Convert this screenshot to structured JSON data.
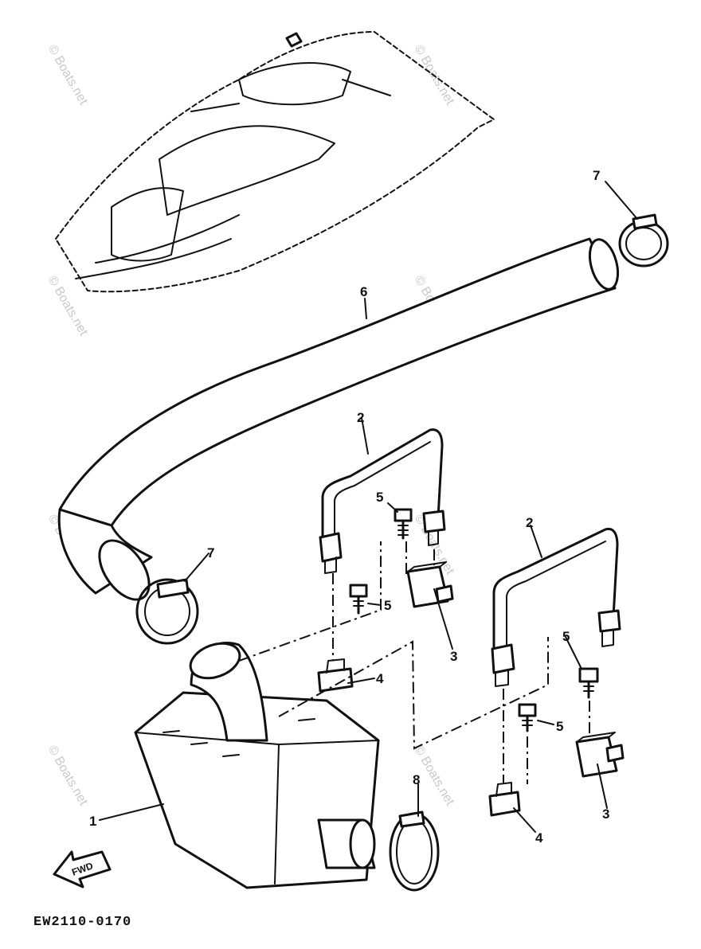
{
  "diagram": {
    "drawing_code": "EW2110-0170",
    "direction_label": "FWD",
    "watermark_text": "© Boats.net",
    "callouts": [
      {
        "id": "c1",
        "label": "1"
      },
      {
        "id": "c2a",
        "label": "2"
      },
      {
        "id": "c2b",
        "label": "2"
      },
      {
        "id": "c3a",
        "label": "3"
      },
      {
        "id": "c3b",
        "label": "3"
      },
      {
        "id": "c4a",
        "label": "4"
      },
      {
        "id": "c4b",
        "label": "4"
      },
      {
        "id": "c5a",
        "label": "5"
      },
      {
        "id": "c5b",
        "label": "5"
      },
      {
        "id": "c5c",
        "label": "5"
      },
      {
        "id": "c5d",
        "label": "5"
      },
      {
        "id": "c6",
        "label": "6"
      },
      {
        "id": "c7a",
        "label": "7"
      },
      {
        "id": "c7b",
        "label": "7"
      },
      {
        "id": "c8",
        "label": "8"
      }
    ]
  }
}
